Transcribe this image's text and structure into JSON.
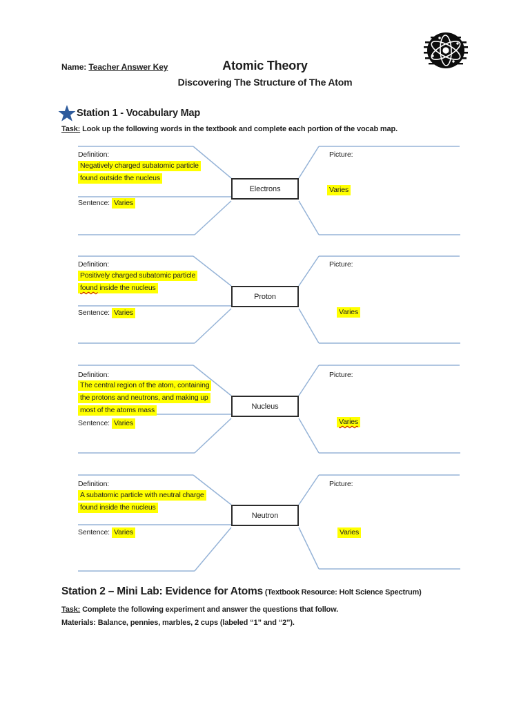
{
  "header": {
    "name_label": "Name:",
    "name_value": "Teacher Answer Key",
    "title": "Atomic Theory",
    "subtitle": "Discovering The Structure of The Atom"
  },
  "station1": {
    "heading": "Station 1 - Vocabulary Map",
    "task_label": "Task:",
    "task_text": " Look up the following words in the textbook and complete each portion of the vocab map."
  },
  "vocab_sections": [
    {
      "word": "Electrons",
      "definition_label": "Definition:",
      "definition_lines": [
        "Negatively charged subatomic particle",
        "found outside the nucleus"
      ],
      "sentence_label": "Sentence:",
      "sentence_value": "Varies",
      "picture_label": "Picture:",
      "picture_value": "Varies"
    },
    {
      "word": "Proton",
      "definition_label": "Definition:",
      "definition_line1": "Positively charged subatomic particle",
      "definition_squiggle_word": "found",
      "definition_line2_rest": " inside the nucleus",
      "sentence_label": "Sentence:",
      "sentence_value": "Varies",
      "picture_label": "Picture:",
      "picture_value": "Varies"
    },
    {
      "word": "Nucleus",
      "definition_label": "Definition:",
      "definition_lines": [
        "The central region of the atom, containing",
        "the protons and neutrons, and making up",
        "most of the atoms mass"
      ],
      "sentence_label": "Sentence:",
      "sentence_value": "Varies",
      "picture_label": "Picture:",
      "picture_value": "Varies"
    },
    {
      "word": "Neutron",
      "definition_label": "Definition:",
      "definition_lines": [
        "A subatomic particle with neutral charge",
        "found inside the nucleus"
      ],
      "sentence_label": "Sentence:",
      "sentence_value": "Varies",
      "picture_label": "Picture:",
      "picture_value": "Varies"
    }
  ],
  "station2": {
    "heading": "Station 2 – Mini Lab: Evidence for Atoms",
    "heading_note": " (Textbook Resource: Holt Science Spectrum)",
    "task_label": "Task:",
    "task_text": " Complete the following experiment and answer the questions that follow.",
    "materials_label": "Materials:",
    "materials_text": " Balance, pennies, marbles, 2 cups (labeled “1” and “2”)."
  },
  "icons": {
    "atom": "atom-icon",
    "star": "star-icon"
  },
  "colors": {
    "highlight_yellow": "#FFFF00",
    "connector_blue": "#95B3D7",
    "star_blue": "#2E5B9C",
    "squiggle_red": "#C00000",
    "box_border": "#2B2B2B"
  }
}
